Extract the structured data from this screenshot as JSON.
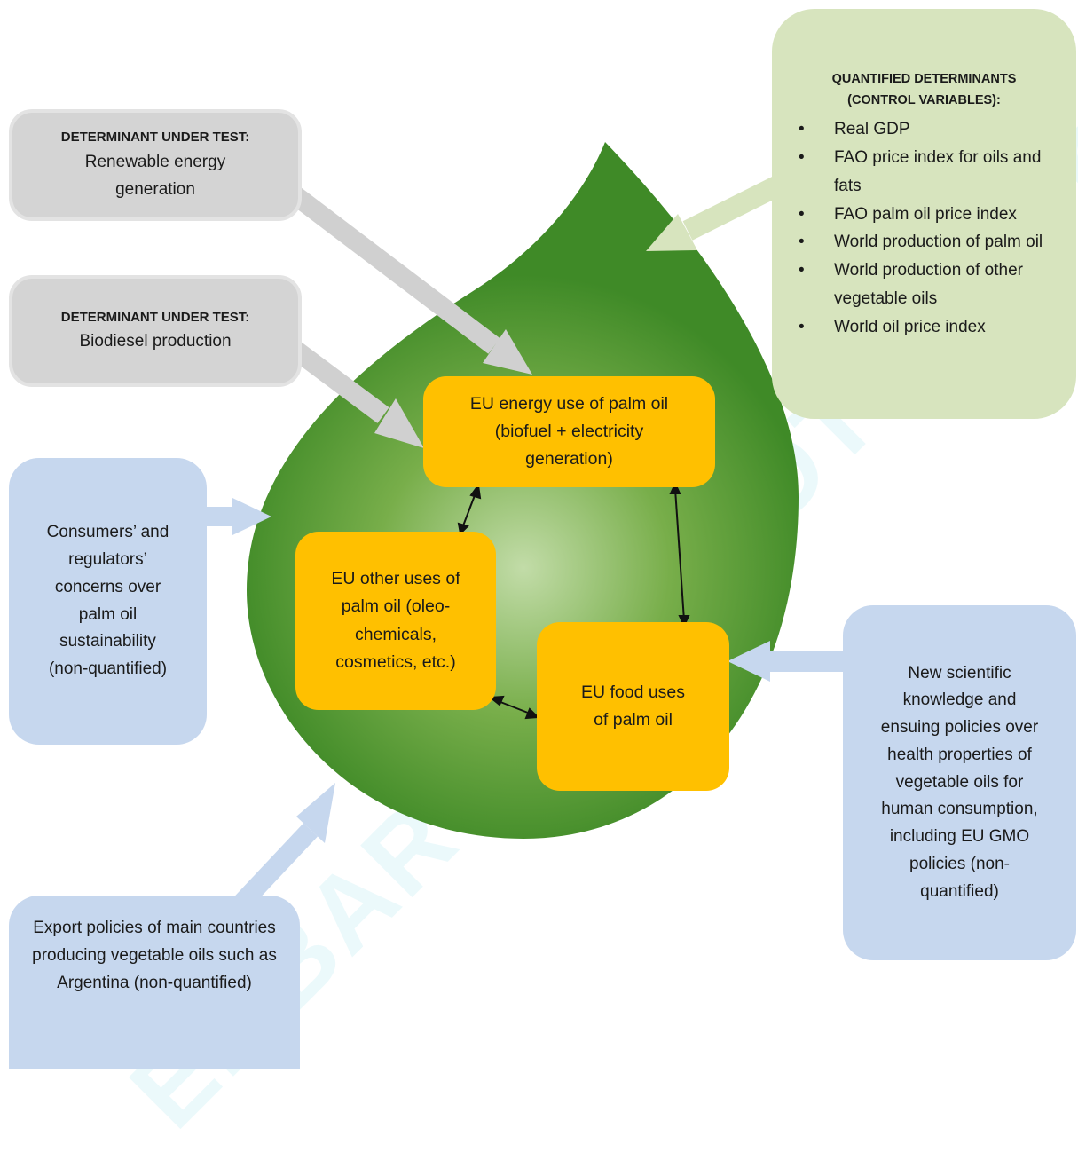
{
  "boxes": {
    "renewable": {
      "header": "DETERMINANT UNDER TEST:",
      "text": "Renewable energy generation"
    },
    "biodiesel": {
      "header": "DETERMINANT UNDER TEST:",
      "text": "Biodiesel production"
    },
    "quantified": {
      "header": "QUANTIFIED DETERMINANTS (CONTROL VARIABLES):",
      "items": [
        "Real GDP",
        "FAO price index for oils and fats",
        "FAO palm oil price index",
        "World production of palm oil",
        "World production of other vegetable oils",
        "World oil price index"
      ]
    },
    "consumers": {
      "text": "Consumers’ and regulators’ concerns over palm oil sustainability (non-quantified)"
    },
    "scientific": {
      "text": "New scientific knowledge and ensuing policies over health properties of vegetable oils for human consumption, including EU GMO policies (non-quantified)"
    },
    "export": {
      "text": "Export policies of main countries producing vegetable oils such as Argentina (non-quantified)"
    },
    "energy_use": {
      "text": "EU energy use of palm oil (biofuel + electricity generation)"
    },
    "other_uses": {
      "text": "EU other uses of palm oil (oleo-chemicals, cosmetics, etc.)"
    },
    "food_uses": {
      "text": "EU food uses of palm oil"
    }
  },
  "watermark": "EMBARGOED NOT FOR CIRCULATION",
  "colors": {
    "drop_light": "#c2dca8",
    "drop_mid": "#6fa842",
    "drop_dark": "#3f8a27",
    "gray_box": "#d4d4d4",
    "blue_box": "#c6d7ee",
    "green_box": "#d7e4be",
    "orange_box": "#ffc000",
    "gray_arrow": "#d0d0d0",
    "blue_arrow": "#c6d7ee",
    "green_arrow": "#d7e4be"
  }
}
